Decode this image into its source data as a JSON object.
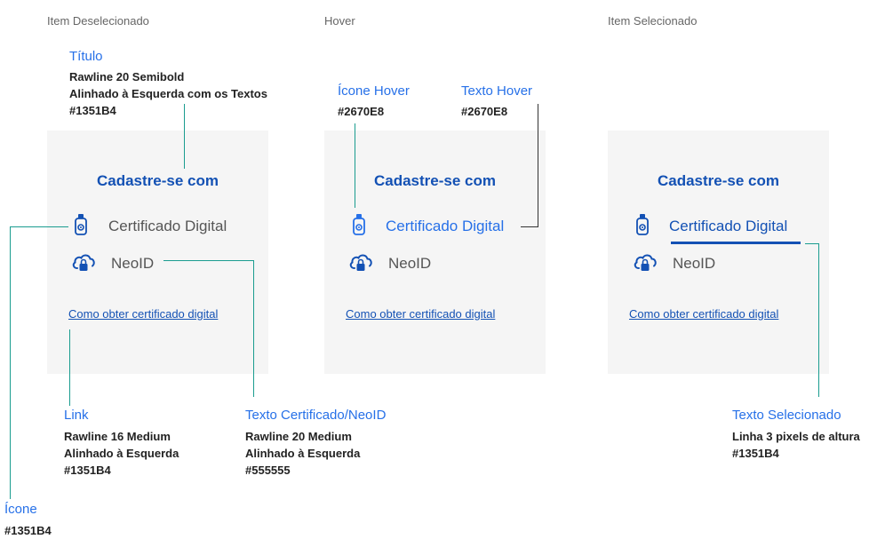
{
  "states": {
    "deselected": "Item Deselecionado",
    "hover": "Hover",
    "selected": "Item Selecionado"
  },
  "card": {
    "title": "Cadastre-se com",
    "option_certificate": "Certificado Digital",
    "option_neoid": "NeoID",
    "link": "Como obter certificado digital"
  },
  "annotations": {
    "titulo": {
      "title": "Título",
      "lines": [
        "Rawline 20 Semibold",
        "Alinhado à Esquerda com os Textos",
        "#1351B4"
      ]
    },
    "icone_hover": {
      "title": "Ícone Hover",
      "lines": [
        "#2670E8"
      ]
    },
    "texto_hover": {
      "title": "Texto Hover",
      "lines": [
        "#2670E8"
      ]
    },
    "link": {
      "title": "Link",
      "lines": [
        "Rawline 16 Medium",
        "Alinhado à Esquerda",
        "#1351B4"
      ]
    },
    "texto_cert": {
      "title": "Texto Certificado/NeoID",
      "lines": [
        "Rawline 20 Medium",
        "Alinhado à Esquerda",
        "#555555"
      ]
    },
    "texto_selecionado": {
      "title": "Texto Selecionado",
      "lines": [
        "Linha 3 pixels de altura",
        "#1351B4"
      ]
    },
    "icone": {
      "title": "Ícone",
      "lines": [
        "#1351B4"
      ]
    }
  },
  "colors": {
    "primary": "#1351B4",
    "hover": "#2670E8",
    "text": "#555555",
    "card_bg": "#f5f5f5",
    "leader_line": "#1a9c8f"
  },
  "icons": {
    "certificate": "usb-token-icon",
    "neoid": "cloud-lock-icon"
  }
}
